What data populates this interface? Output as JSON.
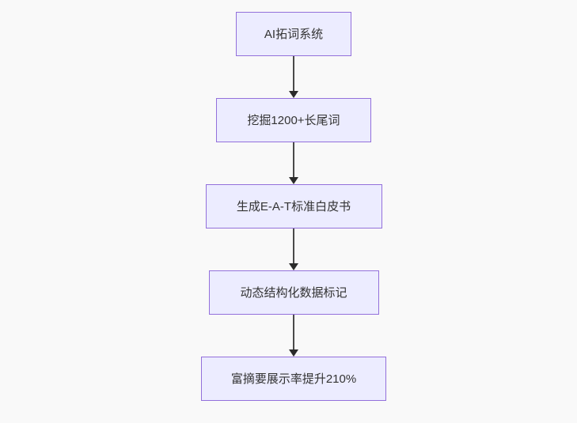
{
  "diagram": {
    "type": "flowchart",
    "direction": "top-to-bottom",
    "background_color": "#f9f9f9",
    "node_fill_color": "#ececff",
    "node_border_color": "#9370db",
    "node_text_color": "#333333",
    "arrow_color": "#4a4a4a",
    "nodes": [
      {
        "id": "A",
        "label": "AI拓词系统"
      },
      {
        "id": "B",
        "label": "挖掘1200+长尾词"
      },
      {
        "id": "C",
        "label": "生成E-A-T标准白皮书"
      },
      {
        "id": "D",
        "label": "动态结构化数据标记"
      },
      {
        "id": "E",
        "label": "富摘要展示率提升210%"
      }
    ],
    "edges": [
      {
        "from": "A",
        "to": "B"
      },
      {
        "from": "B",
        "to": "C"
      },
      {
        "from": "C",
        "to": "D"
      },
      {
        "from": "D",
        "to": "E"
      }
    ]
  }
}
